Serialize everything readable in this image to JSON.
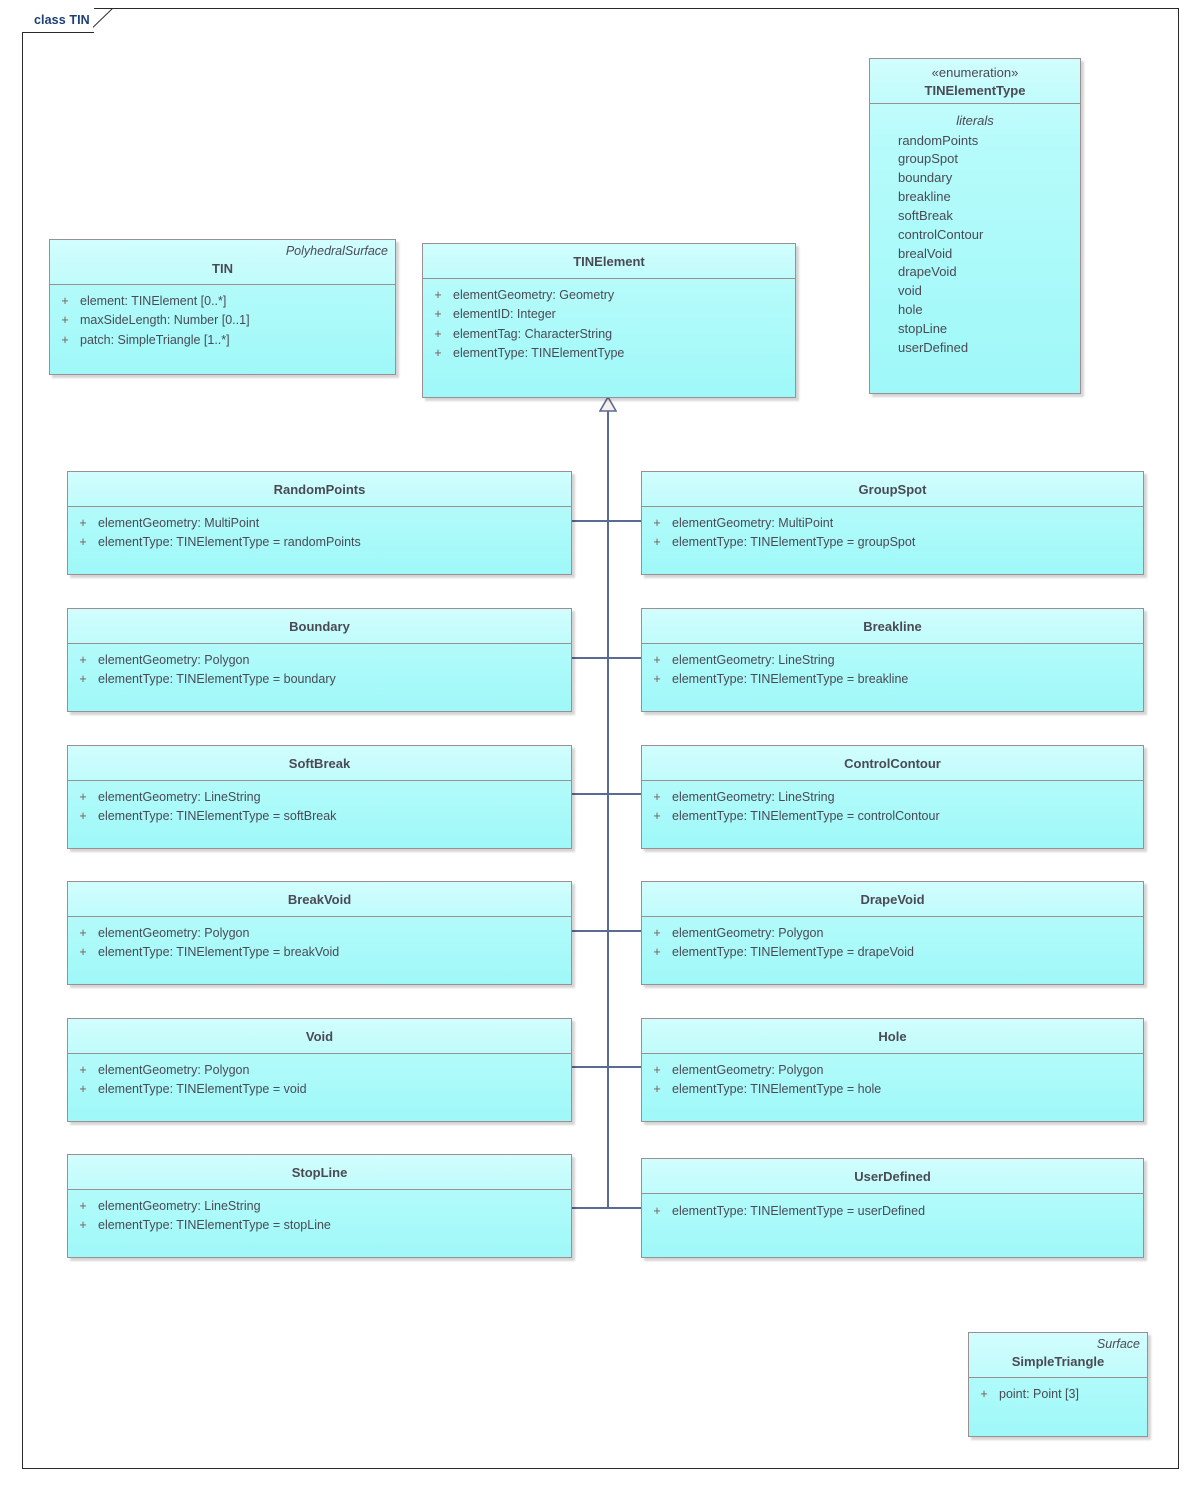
{
  "diagram": {
    "frame_label": "class TIN"
  },
  "enumeration": {
    "stereotype": "«enumeration»",
    "name": "TINElementType",
    "literals_label": "literals",
    "literals": [
      "randomPoints",
      "groupSpot",
      "boundary",
      "breakline",
      "softBreak",
      "controlContour",
      "brealVoid",
      "drapeVoid",
      "void",
      "hole",
      "stopLine",
      "userDefined"
    ]
  },
  "classes": {
    "tin": {
      "name": "TIN",
      "stereotype_right": "PolyhedralSurface",
      "attributes": [
        {
          "visibility": "+",
          "text": "element: TINElement [0..*]"
        },
        {
          "visibility": "+",
          "text": "maxSideLength: Number [0..1]"
        },
        {
          "visibility": "+",
          "text": "patch: SimpleTriangle [1..*]"
        }
      ]
    },
    "tinelement": {
      "name": "TINElement",
      "attributes": [
        {
          "visibility": "+",
          "text": "elementGeometry: Geometry"
        },
        {
          "visibility": "+",
          "text": "elementID: Integer"
        },
        {
          "visibility": "+",
          "text": "elementTag: CharacterString"
        },
        {
          "visibility": "+",
          "text": "elementType: TINElementType"
        }
      ]
    },
    "randompoints": {
      "name": "RandomPoints",
      "attributes": [
        {
          "visibility": "+",
          "text": "elementGeometry: MultiPoint"
        },
        {
          "visibility": "+",
          "text": "elementType: TINElementType = randomPoints"
        }
      ]
    },
    "groupspot": {
      "name": "GroupSpot",
      "attributes": [
        {
          "visibility": "+",
          "text": "elementGeometry: MultiPoint"
        },
        {
          "visibility": "+",
          "text": "elementType: TINElementType = groupSpot"
        }
      ]
    },
    "boundary": {
      "name": "Boundary",
      "attributes": [
        {
          "visibility": "+",
          "text": "elementGeometry: Polygon"
        },
        {
          "visibility": "+",
          "text": "elementType: TINElementType = boundary"
        }
      ]
    },
    "breakline": {
      "name": "Breakline",
      "attributes": [
        {
          "visibility": "+",
          "text": "elementGeometry: LineString"
        },
        {
          "visibility": "+",
          "text": "elementType: TINElementType = breakline"
        }
      ]
    },
    "softbreak": {
      "name": "SoftBreak",
      "attributes": [
        {
          "visibility": "+",
          "text": "elementGeometry: LineString"
        },
        {
          "visibility": "+",
          "text": "elementType: TINElementType = softBreak"
        }
      ]
    },
    "controlcontour": {
      "name": "ControlContour",
      "attributes": [
        {
          "visibility": "+",
          "text": "elementGeometry: LineString"
        },
        {
          "visibility": "+",
          "text": "elementType: TINElementType = controlContour"
        }
      ]
    },
    "breakvoid": {
      "name": "BreakVoid",
      "attributes": [
        {
          "visibility": "+",
          "text": "elementGeometry: Polygon"
        },
        {
          "visibility": "+",
          "text": "elementType: TINElementType = breakVoid"
        }
      ]
    },
    "drapevoid": {
      "name": "DrapeVoid",
      "attributes": [
        {
          "visibility": "+",
          "text": "elementGeometry: Polygon"
        },
        {
          "visibility": "+",
          "text": "elementType: TINElementType = drapeVoid"
        }
      ]
    },
    "void": {
      "name": "Void",
      "attributes": [
        {
          "visibility": "+",
          "text": "elementGeometry: Polygon"
        },
        {
          "visibility": "+",
          "text": "elementType: TINElementType = void"
        }
      ]
    },
    "hole": {
      "name": "Hole",
      "attributes": [
        {
          "visibility": "+",
          "text": "elementGeometry: Polygon"
        },
        {
          "visibility": "+",
          "text": "elementType: TINElementType = hole"
        }
      ]
    },
    "stopline": {
      "name": "StopLine",
      "attributes": [
        {
          "visibility": "+",
          "text": "elementGeometry: LineString"
        },
        {
          "visibility": "+",
          "text": "elementType: TINElementType = stopLine"
        }
      ]
    },
    "userdefined": {
      "name": "UserDefined",
      "attributes": [
        {
          "visibility": "+",
          "text": "elementType: TINElementType = userDefined"
        }
      ]
    },
    "simpletriangle": {
      "name": "SimpleTriangle",
      "stereotype_right": "Surface",
      "attributes": [
        {
          "visibility": "+",
          "text": "point: Point [3]"
        }
      ]
    }
  },
  "colors": {
    "box_fill": "#b5fbfb",
    "box_border": "#9b8f92",
    "connector": "#5b6a93",
    "frame_label": "#1d3f73",
    "text": "#4a4a55"
  }
}
